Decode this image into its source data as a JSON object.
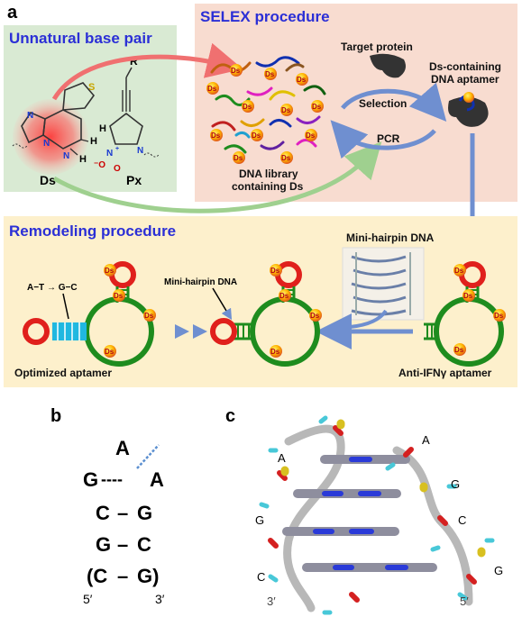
{
  "panel_a": {
    "letter": "a",
    "unnatural": {
      "title": "Unnatural base pair",
      "ds": "Ds",
      "px": "Px",
      "r": "R"
    },
    "selex": {
      "title": "SELEX procedure",
      "target_line": "Target protein",
      "aptamer_line1": "Ds-containing",
      "aptamer_line2": "DNA aptamer",
      "selection": "Selection",
      "pcr": "PCR",
      "library_line1": "DNA library",
      "library_line2": "containing  Ds"
    },
    "remodel": {
      "title": "Remodeling procedure",
      "mini_hairpin_top": "Mini-hairpin  DNA",
      "mini_hairpin_small": "Mini-hairpin DNA",
      "at_gc": "A−T → G−C",
      "optimized": "Optimized aptamer",
      "anti_ifn": "Anti-IFNγ aptamer"
    },
    "ds_badge": "Ds"
  },
  "panel_b": {
    "letter": "b",
    "top": "A",
    "pairs": [
      {
        "left": "G",
        "dash": "----",
        "right": "A"
      },
      {
        "left": "C",
        "dash": "–",
        "right": "G"
      },
      {
        "left": "G",
        "dash": "–",
        "right": "C"
      },
      {
        "left": "(C",
        "dash": "–",
        "right": "G)"
      }
    ],
    "five_prime": "5′",
    "three_prime": "3′"
  },
  "panel_c": {
    "letter": "c",
    "labels_left": [
      "A",
      "G",
      "C"
    ],
    "labels_right": [
      "A",
      "G",
      "C",
      "G"
    ],
    "three_prime": "3′",
    "five_prime": "5′"
  },
  "colors": {
    "green_bg": "#d9ead3",
    "selex_bg": "#f8dcd0",
    "remodel_bg": "#fdf0cc",
    "loop_green": "#1e8c1e",
    "loop_red": "#e0201c",
    "arrow_blue": "#6f8fd0"
  }
}
